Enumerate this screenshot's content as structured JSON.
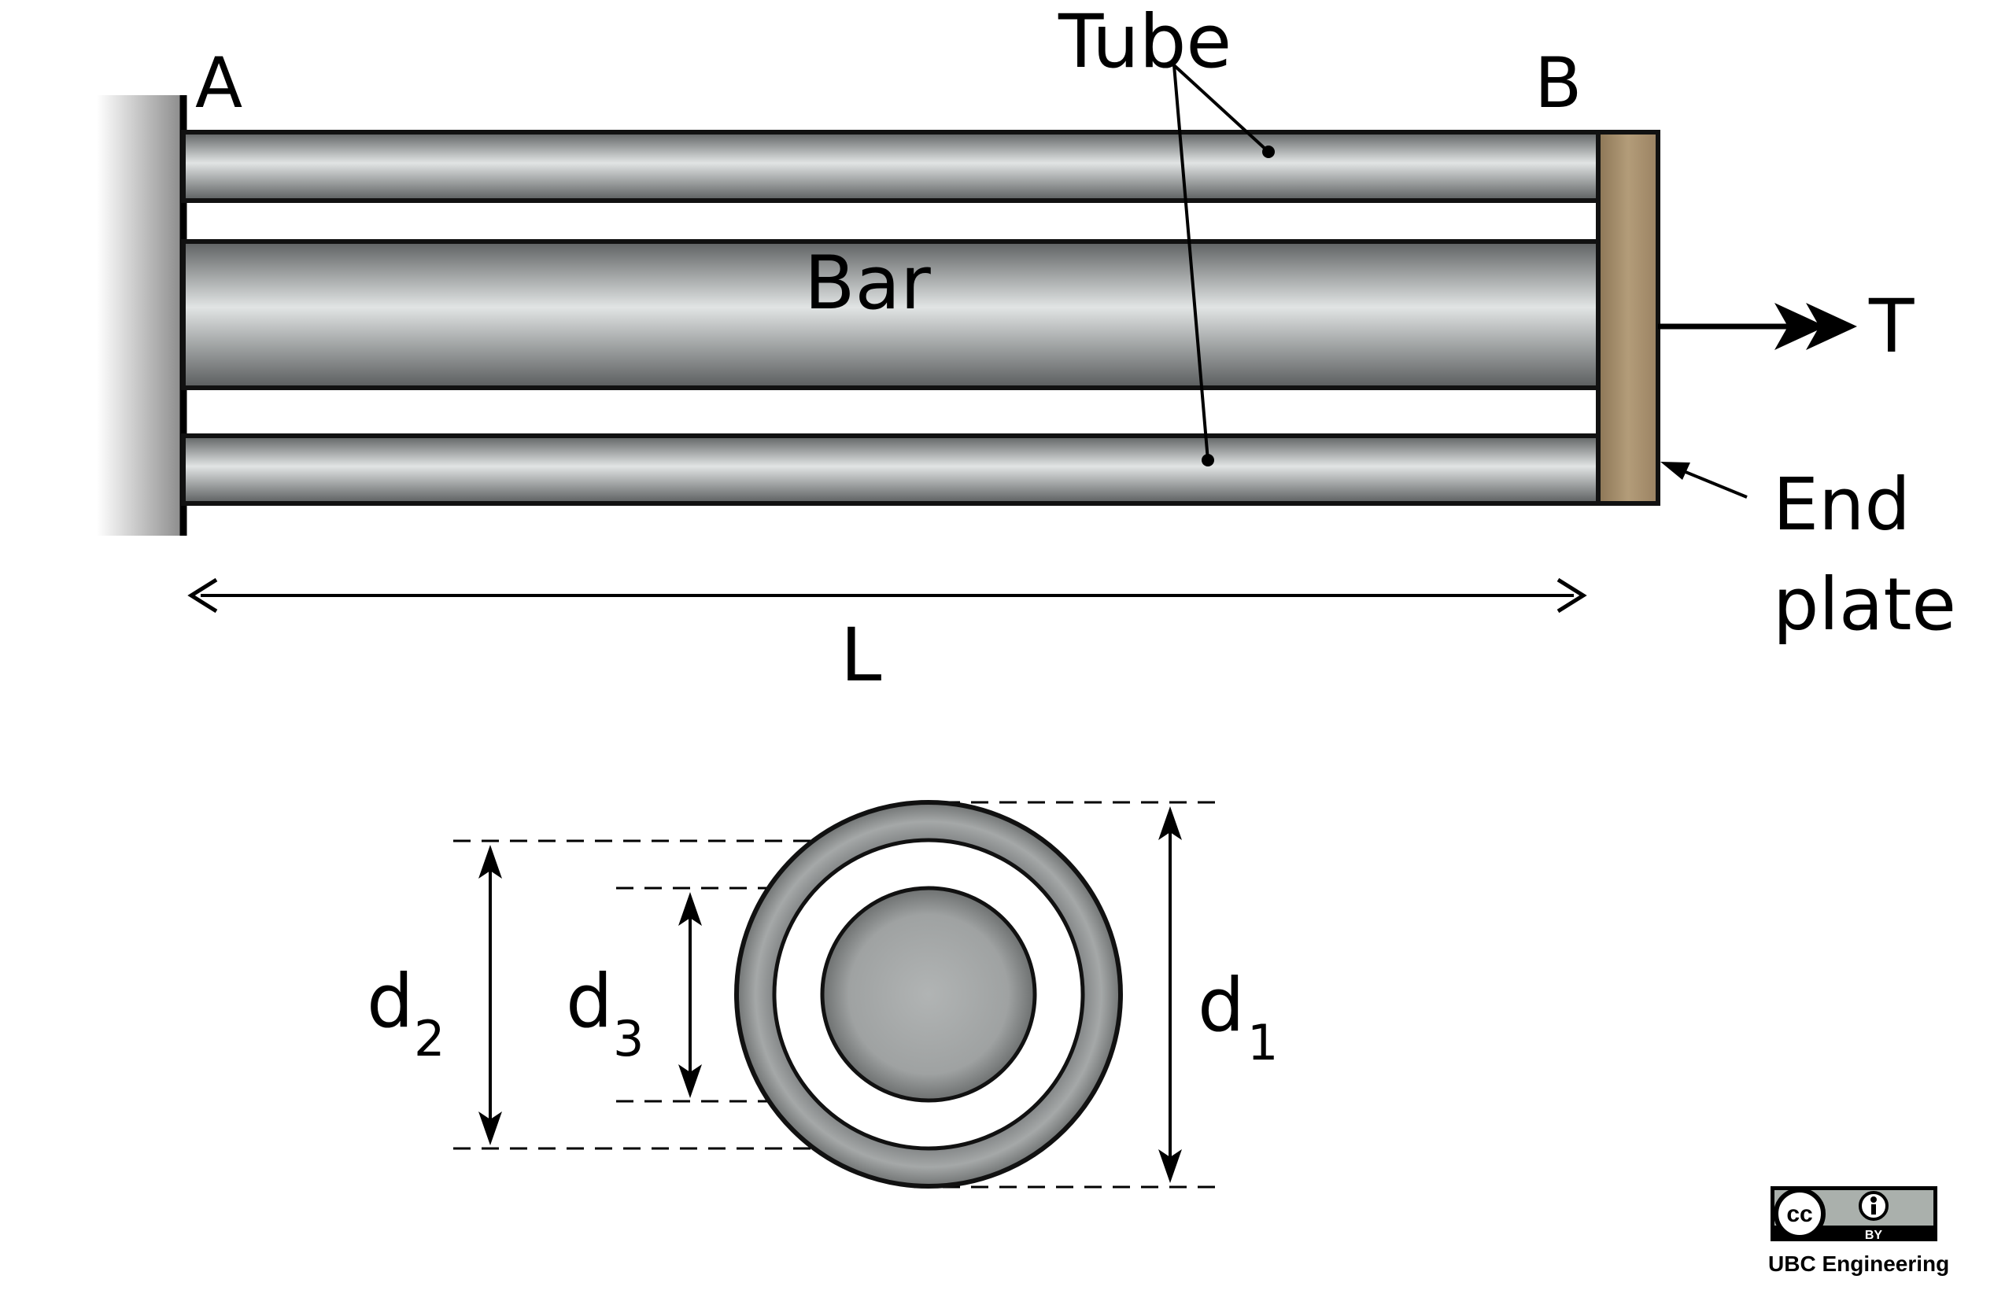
{
  "labels": {
    "a": "A",
    "b": "B",
    "tube": "Tube",
    "bar": "Bar",
    "torque": "T",
    "end_plate_line1": "End",
    "end_plate_line2": "plate",
    "length": "L",
    "d1_main": "d",
    "d1_sub": "1",
    "d2_main": "d",
    "d2_sub": "2",
    "d3_main": "d",
    "d3_sub": "3"
  },
  "license": {
    "badge_cc": "cc",
    "badge_by": "BY",
    "credit": "UBC Engineering"
  },
  "colors": {
    "end_plate": "#a8906c",
    "wall_dark": "#8a8a8a",
    "outline": "#1a1a1a",
    "badge_gray": "#aab0ac"
  }
}
